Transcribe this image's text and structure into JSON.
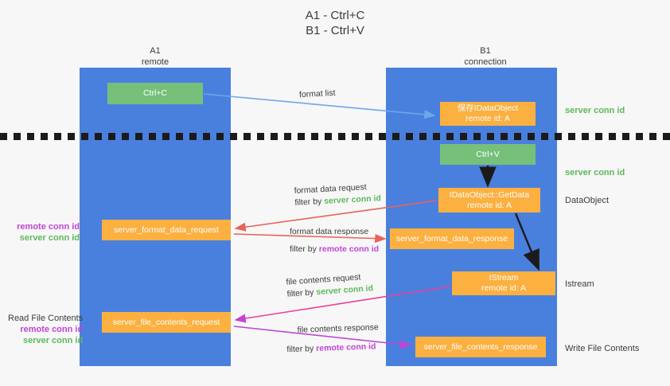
{
  "title": {
    "line1": "A1 - Ctrl+C",
    "line2": "B1 - Ctrl+V"
  },
  "columns": [
    {
      "name": "A1",
      "sub": "remote"
    },
    {
      "name": "B1",
      "sub": "connection"
    }
  ],
  "colors": {
    "lane": "#4a80dd",
    "node_green": "#76c07a",
    "node_orange": "#fbb040",
    "arrow_blue": "#6aa9e8",
    "arrow_red": "#e8625a",
    "arrow_magenta": "#c044d6",
    "arrow_pink": "#e8409a",
    "arrow_black": "#1b1b1b",
    "id_remote": "#c044d6",
    "id_server": "#5cb85c",
    "text": "#3c3c3c",
    "background": "#f7f7f7"
  },
  "nodes": {
    "ctrl_c": {
      "label": "Ctrl+C"
    },
    "idataobject": {
      "line1": "保存IDataObject",
      "line2": "remote id: A"
    },
    "ctrl_v": {
      "label": "Ctrl+V"
    },
    "getdata": {
      "line1": "IDataObject::GetData",
      "line2": "remote id: A"
    },
    "format_data_request": {
      "label": "server_format_data_request"
    },
    "format_data_response": {
      "label": "server_format_data_response"
    },
    "istream": {
      "line1": "IStream",
      "line2": "remote id: A"
    },
    "file_contents_request": {
      "label": "server_file_contents_request"
    },
    "file_contents_response": {
      "label": "server_file_contents_response"
    }
  },
  "right_labels": {
    "conn_id_top": "server conn id",
    "conn_id_mid": "server conn id",
    "dataobject": "DataObject",
    "istream": "Istream",
    "write_file_contents": "Write File Contents"
  },
  "left_labels": {
    "group1_remote": "remote conn id",
    "group1_server": "server conn id",
    "read_file_contents": "Read File Contents",
    "group2_remote": "remote conn id",
    "group2_server": "server conn id"
  },
  "arrow_labels": {
    "format_list": "format list",
    "format_data_request": "format data request",
    "format_data_request_filter_prefix": "filter by ",
    "format_data_request_filter_id": "server conn id",
    "format_data_response": "format data response",
    "format_data_response_filter_prefix": "filter by ",
    "format_data_response_filter_id": "remote conn id",
    "file_contents_request": "file contents request",
    "file_contents_request_filter_prefix": "filter by ",
    "file_contents_request_filter_id": "server conn id",
    "file_contents_response": "file contents response",
    "file_contents_response_filter_prefix": "filter by ",
    "file_contents_response_filter_id": "remote conn id"
  }
}
